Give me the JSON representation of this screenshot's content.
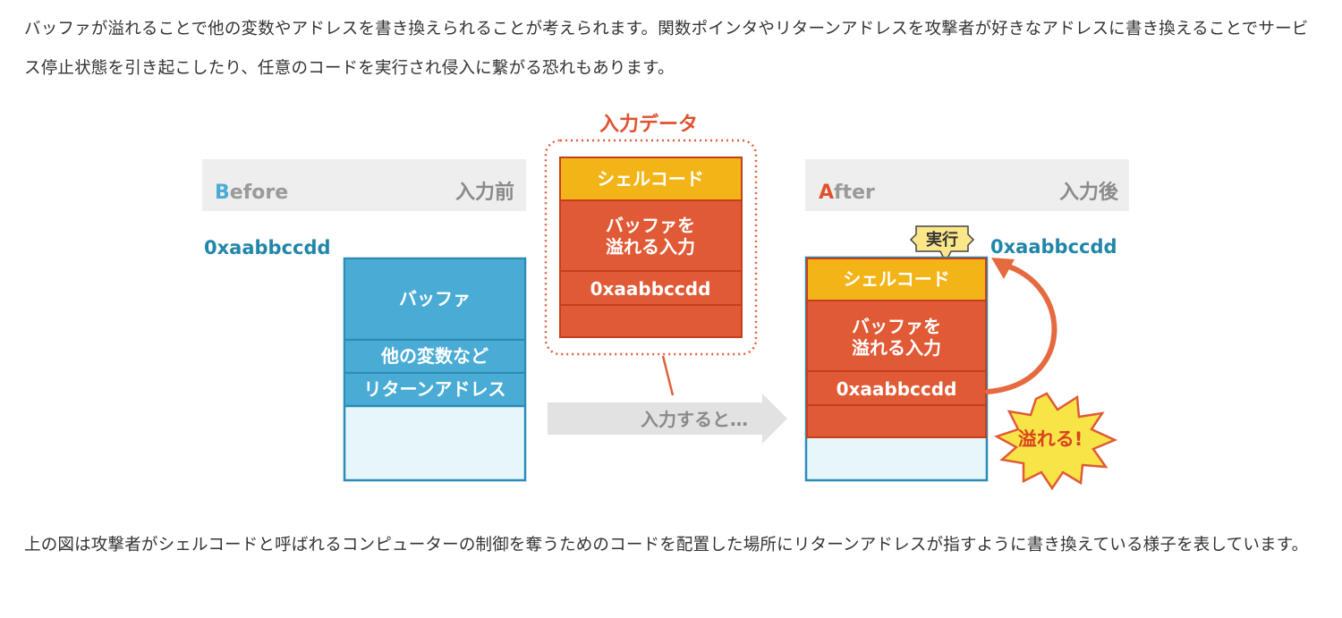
{
  "paragraph_top": "バッファが溢れることで他の変数やアドレスを書き換えられることが考えられます。関数ポインタやリターンアドレスを攻撃者が好きなアドレスに書き換えることでサービス停止状態を引き起こしたり、任意のコードを実行され侵入に繋がる恐れもあります。",
  "paragraph_bottom": "上の図は攻撃者がシェルコードと呼ばれるコンピューターの制御を奪うためのコードを配置した場所にリターンアドレスが指すように書き換えている様子を表しています。",
  "diagram": {
    "before": {
      "title_initial": "B",
      "title_rest": "efore",
      "title_jp": "入力前",
      "address": "0xaabbccdd",
      "blocks": [
        "バッファ",
        "他の変数など",
        "リターンアドレス"
      ]
    },
    "input": {
      "title": "入力データ",
      "shellcode": "シェルコード",
      "overflow_line1": "バッファを",
      "overflow_line2": "溢れる入力",
      "address": "0xaabbccdd"
    },
    "arrow_label": "入力すると…",
    "after": {
      "title_initial": "A",
      "title_rest": "fter",
      "title_jp": "入力後",
      "address": "0xaabbccdd",
      "exec_label": "実行",
      "shellcode": "シェルコード",
      "overflow_line1": "バッファを",
      "overflow_line2": "溢れる入力",
      "ret_address": "0xaabbccdd",
      "burst_label": "溢れる!"
    },
    "colors": {
      "blue": "#4aacd5",
      "blue_dark": "#2b8cb6",
      "light_blue": "#e6f6fb",
      "yellow": "#f2b417",
      "red": "#e05a36",
      "red_border": "#c63f1d",
      "gray_band": "#eeeeee",
      "address_blue": "#2286a8",
      "title_red": "#e0522f"
    }
  }
}
